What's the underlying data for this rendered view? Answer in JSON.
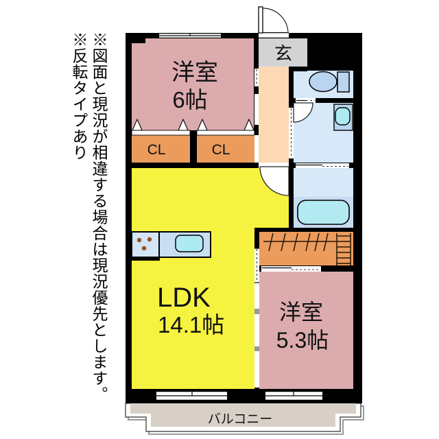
{
  "annotation": {
    "note1": "※図面と現況が相違する場合は現況優先とします。",
    "note2": "※反転タイプあり"
  },
  "rooms": {
    "bedroom1": {
      "label": "洋室",
      "size": "6帖"
    },
    "closet_left": {
      "label": "CL"
    },
    "closet_right": {
      "label": "CL"
    },
    "entrance": {
      "label": "玄"
    },
    "ldk": {
      "label": "LDK",
      "size": "14.1帖"
    },
    "bedroom2": {
      "label": "洋室",
      "size": "5.3帖"
    },
    "balcony": {
      "label": "バルコニー"
    }
  },
  "colors": {
    "wall": "#000000",
    "bedroom_pink": "#dcabae",
    "ldk_yellow": "#f5f33f",
    "closet_orange": "#eb9c5d",
    "hallway_peach": "#fcd9b4",
    "entrance_gray": "#d3d3d5",
    "wet_room_blue": "#d7e8f8",
    "tub_zone_blue": "#c6dcf2",
    "fixture_blue": "#bad5f0",
    "sink_cyan": "#aeeaf2",
    "tub_cyan": "#b3eaf2",
    "counter_blue": "#c9def3",
    "stove_blue": "#d3e5f6",
    "balcony_gray": "#d8cfc7"
  }
}
